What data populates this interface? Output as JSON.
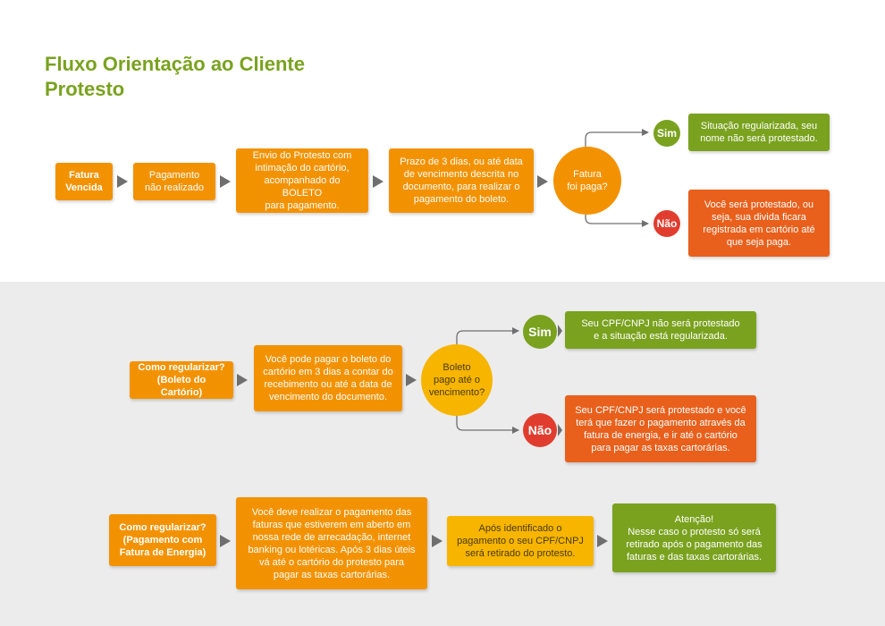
{
  "title": {
    "line1": "Fluxo Orientação ao Cliente",
    "line2": "Protesto"
  },
  "colors": {
    "green": "#7aa21f",
    "orange": "#f39200",
    "red": "#e8601c",
    "yellow": "#f7b500",
    "grey_bg": "#ececec",
    "arrow": "#6f6f6f"
  },
  "flow1": {
    "fatura_vencida": "Fatura\nVencida",
    "pagamento_nao_realizado": "Pagamento\nnão realizado",
    "envio_protesto": "Envio do Protesto com\nintimação do cartório,\nacompanhado do  BOLETO\npara pagamento.",
    "prazo": "Prazo de 3 dias, ou até data\nde vencimento descrita no\ndocumento,  para realizar o\npagamento do boleto.",
    "decision": "Fatura\nfoi paga?",
    "sim": "Sim",
    "nao": "Não",
    "sim_result": "Situação regularizada, seu\nnome não será protestado.",
    "nao_result": "Você será protestado, ou\nseja, sua divida ficara\nregistrada em cartório até\nque seja paga."
  },
  "flow2": {
    "start": "Como regularizar?\n(Boleto do Cartório)",
    "step": "Você pode pagar o boleto do\ncartório em 3 dias a contar do\nrecebimento ou até a data de\nvencimento do documento.",
    "decision": "Boleto\npago até o\nvencimento?",
    "sim": "Sim",
    "nao": "Não",
    "sim_result": "Seu CPF/CNPJ não será protestado\ne a situação está regularizada.",
    "nao_result": "Seu CPF/CNPJ será protestado e você\nterá que fazer o pagamento através da\nfatura de energia, e ir até o cartório\npara  pagar as taxas cartorárias."
  },
  "flow3": {
    "start": "Como regularizar?\n(Pagamento com\nFatura de Energia)",
    "step": "Você deve realizar o pagamento das\nfaturas que estiverem em aberto em\nnossa rede de arrecadação, internet\nbanking ou lotéricas. Após 3 dias úteis\nvá até o cartório do protesto para\npagar as taxas cartorárias.",
    "identified": "Após identificado o\npagamento o seu CPF/CNPJ\nserá retirado do protesto.",
    "attention": "Atenção!\nNesse caso o protesto só será\nretirado após o pagamento das\nfaturas e das taxas cartorárias."
  }
}
